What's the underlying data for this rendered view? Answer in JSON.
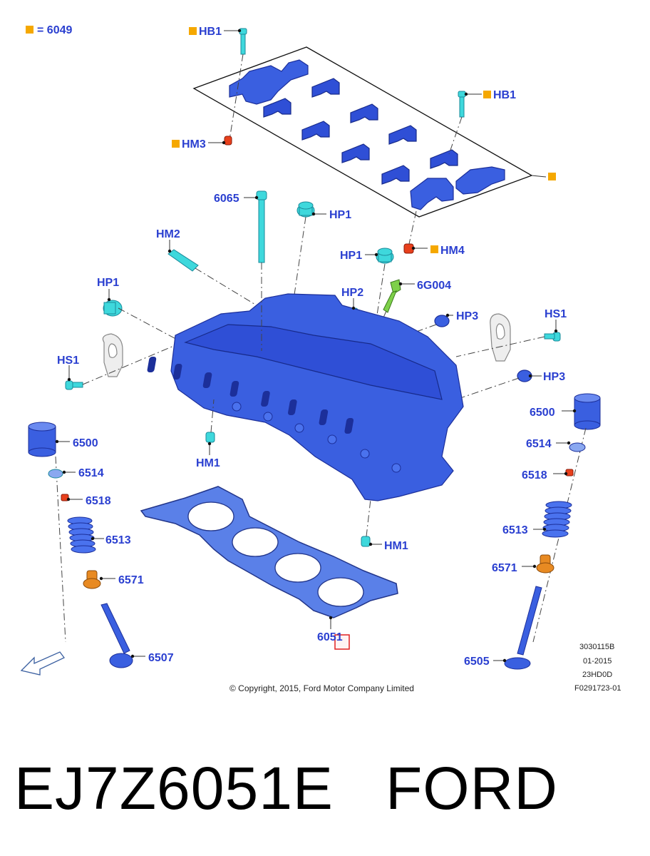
{
  "legend": {
    "label": "= 6049"
  },
  "labels": {
    "hb1_top": "HB1",
    "hb1_right": "HB1",
    "hm3": "HM3",
    "p6065": "6065",
    "hp1_top": "HP1",
    "hm2": "HM2",
    "hp1_mid": "HP1",
    "hm4": "HM4",
    "p6g004": "6G004",
    "hp1_left": "HP1",
    "hp2": "HP2",
    "hp3_top": "HP3",
    "hs1_right": "HS1",
    "hs1_left": "HS1",
    "hp3_right": "HP3",
    "p6500_right": "6500",
    "p6500_left": "6500",
    "p6514_right": "6514",
    "hm1_left": "HM1",
    "p6514_left": "6514",
    "p6518_right": "6518",
    "p6518_left": "6518",
    "p6513_right": "6513",
    "p6513_left": "6513",
    "hm1_right": "HM1",
    "p6571_right": "6571",
    "p6571_left": "6571",
    "p6051": "6051",
    "p6507": "6507",
    "p6505": "6505"
  },
  "meta": {
    "code": "3030115B",
    "date": "01-2015",
    "engine": "23HD0D",
    "figure": "F0291723-01"
  },
  "copyright": "© Copyright, 2015, Ford Motor Company Limited",
  "footer": {
    "part_number": "EJ7Z6051E",
    "brand": "FORD"
  },
  "colors": {
    "label_blue": "#2a3fd0",
    "legend_orange": "#f5a800",
    "part_blue": "#3a5fe0",
    "fastener_cyan": "#3ed8dc",
    "highlight_red": "#e8401c"
  }
}
